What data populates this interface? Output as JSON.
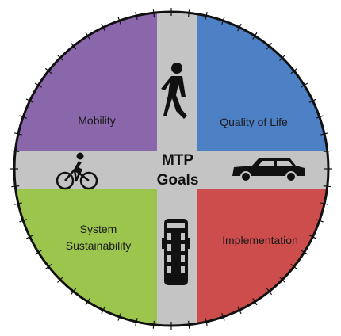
{
  "diagram": {
    "center_title_line1": "MTP",
    "center_title_line2": "Goals",
    "quadrants": {
      "top_left": {
        "label": "Mobility",
        "color": "#8a66aa"
      },
      "top_right": {
        "label": "Quality of Life",
        "color": "#4d80c4"
      },
      "bottom_left": {
        "label_line1": "System",
        "label_line2": "Sustainability",
        "color": "#9bc54d"
      },
      "bottom_right": {
        "label": "Implementation",
        "color": "#cc4d4b"
      }
    },
    "cross_color": "#c4c4c4",
    "rim_color": "#111111",
    "icons": [
      "pedestrian-icon",
      "bicycle-icon",
      "car-icon",
      "bus-icon"
    ]
  }
}
